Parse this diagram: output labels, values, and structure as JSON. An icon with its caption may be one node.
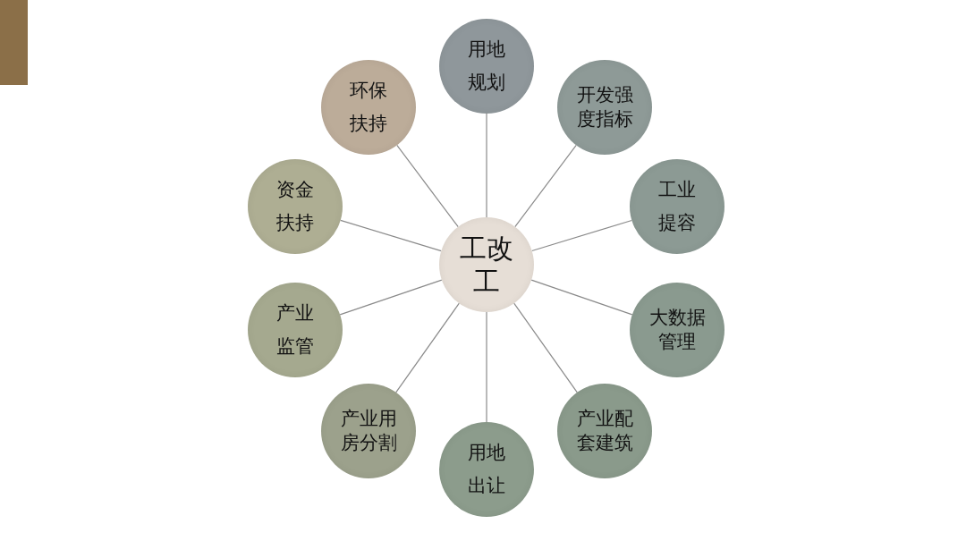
{
  "diagram": {
    "nodes": [
      {
        "text": [
          "工改工"
        ]
      },
      {
        "text": [
          "用地规划"
        ]
      },
      {
        "text": [
          "开发强度指标"
        ]
      },
      {
        "text": [
          "工业提容"
        ]
      },
      {
        "text": [
          "大数据管理"
        ]
      },
      {
        "text": [
          "产业配套建筑"
        ]
      },
      {
        "text": [
          "用地出让"
        ]
      },
      {
        "text": [
          "产业用房分割"
        ]
      },
      {
        "text": [
          "产业监管"
        ]
      },
      {
        "text": [
          "资金扶持"
        ]
      },
      {
        "text": [
          "环保扶持"
        ]
      }
    ],
    "edges": [
      {
        "from": 0,
        "to": 1,
        "arrow": "none"
      },
      {
        "from": 0,
        "to": 2,
        "arrow": "none"
      },
      {
        "from": 0,
        "to": 3,
        "arrow": "none"
      },
      {
        "from": 0,
        "to": 4,
        "arrow": "none"
      },
      {
        "from": 0,
        "to": 5,
        "arrow": "none"
      },
      {
        "from": 0,
        "to": 6,
        "arrow": "none"
      },
      {
        "from": 0,
        "to": 7,
        "arrow": "none"
      },
      {
        "from": 0,
        "to": 8,
        "arrow": "none"
      },
      {
        "from": 0,
        "to": 9,
        "arrow": "none"
      },
      {
        "from": 0,
        "to": 10,
        "arrow": "none"
      }
    ]
  }
}
